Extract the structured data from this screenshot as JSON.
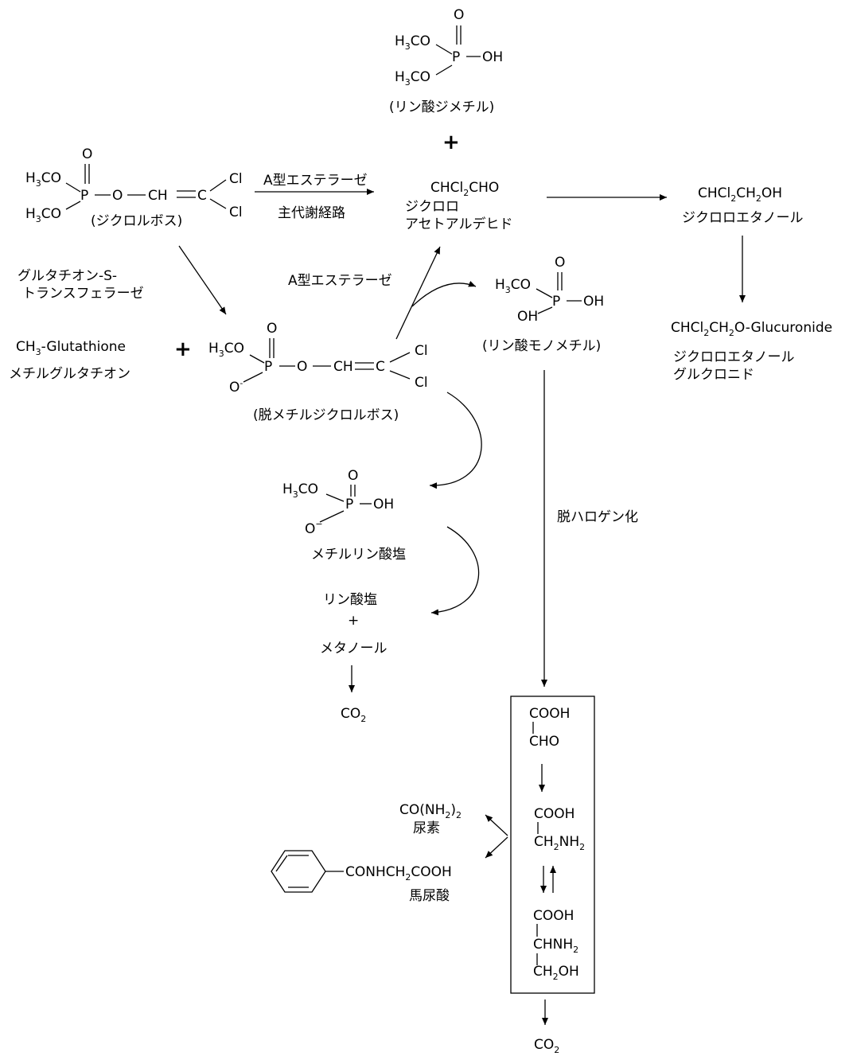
{
  "diagram": {
    "dimethyl_phosphate": {
      "o_top": "O",
      "h3co_1": "H",
      "h3co_1_sub": "3",
      "h3co_1_rest": "CO",
      "h3co_2": "H",
      "h3co_2_sub": "3",
      "h3co_2_rest": "CO",
      "p": "P",
      "oh": "OH",
      "name": "(リン酸ジメチル)"
    },
    "plus_top": "+",
    "dichlorvos": {
      "o_top": "O",
      "h3co_1": "H",
      "h3co_1_sub": "3",
      "h3co_1_rest": "CO",
      "h3co_2": "H",
      "h3co_2_sub": "3",
      "h3co_2_rest": "CO",
      "p": "P",
      "o": "O",
      "ch": "CH",
      "c": "C",
      "cl1": "Cl",
      "cl2": "Cl",
      "name": "(ジクロルボス)"
    },
    "enzyme_a_top": "A型エステラーゼ",
    "main_pathway": "主代謝経路",
    "dichloroacetaldehyde": {
      "f1": "CHCl",
      "f_sub": "2",
      "f2": "CHO",
      "name1": "ジクロロ",
      "name2": "アセトアルデヒド"
    },
    "dichloroethanol": {
      "f1": "CHCl",
      "f_sub1": "2",
      "f2": "CH",
      "f_sub2": "2",
      "f3": "OH",
      "name": "ジクロロエタノール"
    },
    "glucuronide": {
      "f1": "CHCl",
      "f_sub1": "2",
      "f2": "CH",
      "f_sub2": "2",
      "f3": "O-Glucuronide",
      "name1": "ジクロロエタノール",
      "name2": "グルクロニド"
    },
    "gst_line1": "グルタチオン-S-",
    "gst_line2": "トランスフェラーゼ",
    "enzyme_a_mid": "A型エステラーゼ",
    "methyl_glutathione": {
      "f1": "CH",
      "f_sub": "3",
      "f2": "-Glutathione",
      "name": "メチルグルタチオン"
    },
    "plus_mid": "+",
    "desmethyl": {
      "h3co": "H",
      "h3co_sub": "3",
      "h3co_rest": "CO",
      "o_top": "O",
      "p": "P",
      "o": "O",
      "ch": "CH",
      "c": "C",
      "cl1": "Cl",
      "cl2": "Cl",
      "o_minus": "O",
      "minus": "-",
      "name": "(脱メチルジクロルボス)"
    },
    "monomethyl": {
      "o_top": "O",
      "h3co": "H",
      "h3co_sub": "3",
      "h3co_rest": "CO",
      "p": "P",
      "oh1": "OH",
      "oh2": "OH",
      "name": "(リン酸モノメチル)"
    },
    "methyl_phosphate": {
      "h3co": "H",
      "h3co_sub": "3",
      "h3co_rest": "CO",
      "o_top": "O",
      "p": "P",
      "oh": "OH",
      "o_minus": "O",
      "minus": "−",
      "name": "メチルリン酸塩"
    },
    "phosphate": "リン酸塩",
    "plus_small": "+",
    "methanol": "メタノール",
    "co2_left": {
      "c": "CO",
      "sub": "2"
    },
    "dehalogenation": "脱ハロゲン化",
    "box": {
      "glyoxylic_1": "COOH",
      "glyoxylic_2": "CHO",
      "glycine_1": "COOH",
      "glycine_2a": "CH",
      "glycine_2_sub1": "2",
      "glycine_2b": "NH",
      "glycine_2_sub2": "2",
      "serine_1": "COOH",
      "serine_2a": "CHNH",
      "serine_2_sub": "2",
      "serine_3a": "CH",
      "serine_3_sub": "2",
      "serine_3b": "OH"
    },
    "urea": {
      "f1": "CO(NH",
      "f_sub1": "2",
      "f2": ")",
      "f_sub2": "2",
      "name": "尿素"
    },
    "hippuric": {
      "f1": "CONHCH",
      "f_sub": "2",
      "f2": "COOH",
      "name": "馬尿酸"
    },
    "co2_bottom": {
      "c": "CO",
      "sub": "2"
    }
  }
}
